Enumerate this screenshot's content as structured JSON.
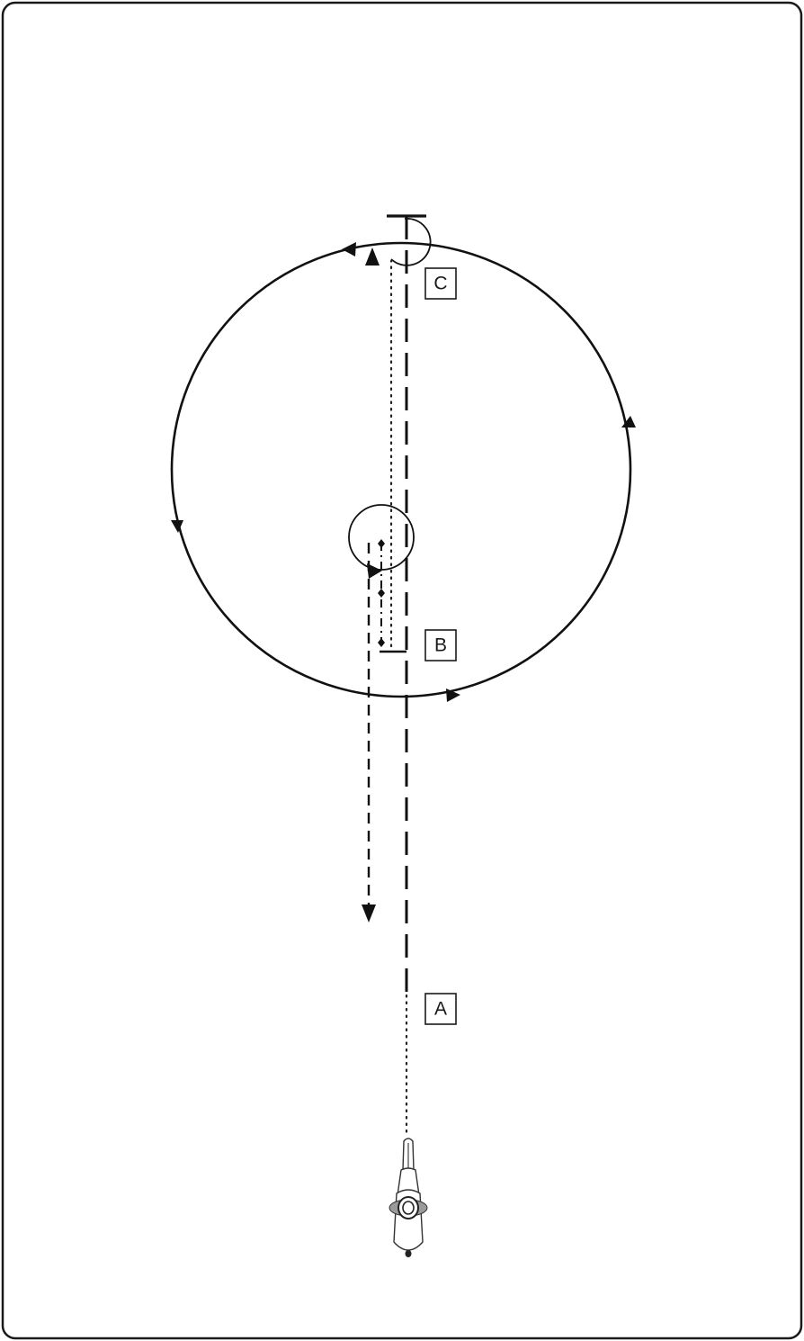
{
  "markers": {
    "a": "A",
    "b": "B",
    "c": "C"
  },
  "colors": {
    "background": "#ffffff",
    "ink": "#111111",
    "border": "#1a1a1a"
  },
  "icons": {
    "horse_rider": "horse-and-rider-top-view-icon"
  }
}
